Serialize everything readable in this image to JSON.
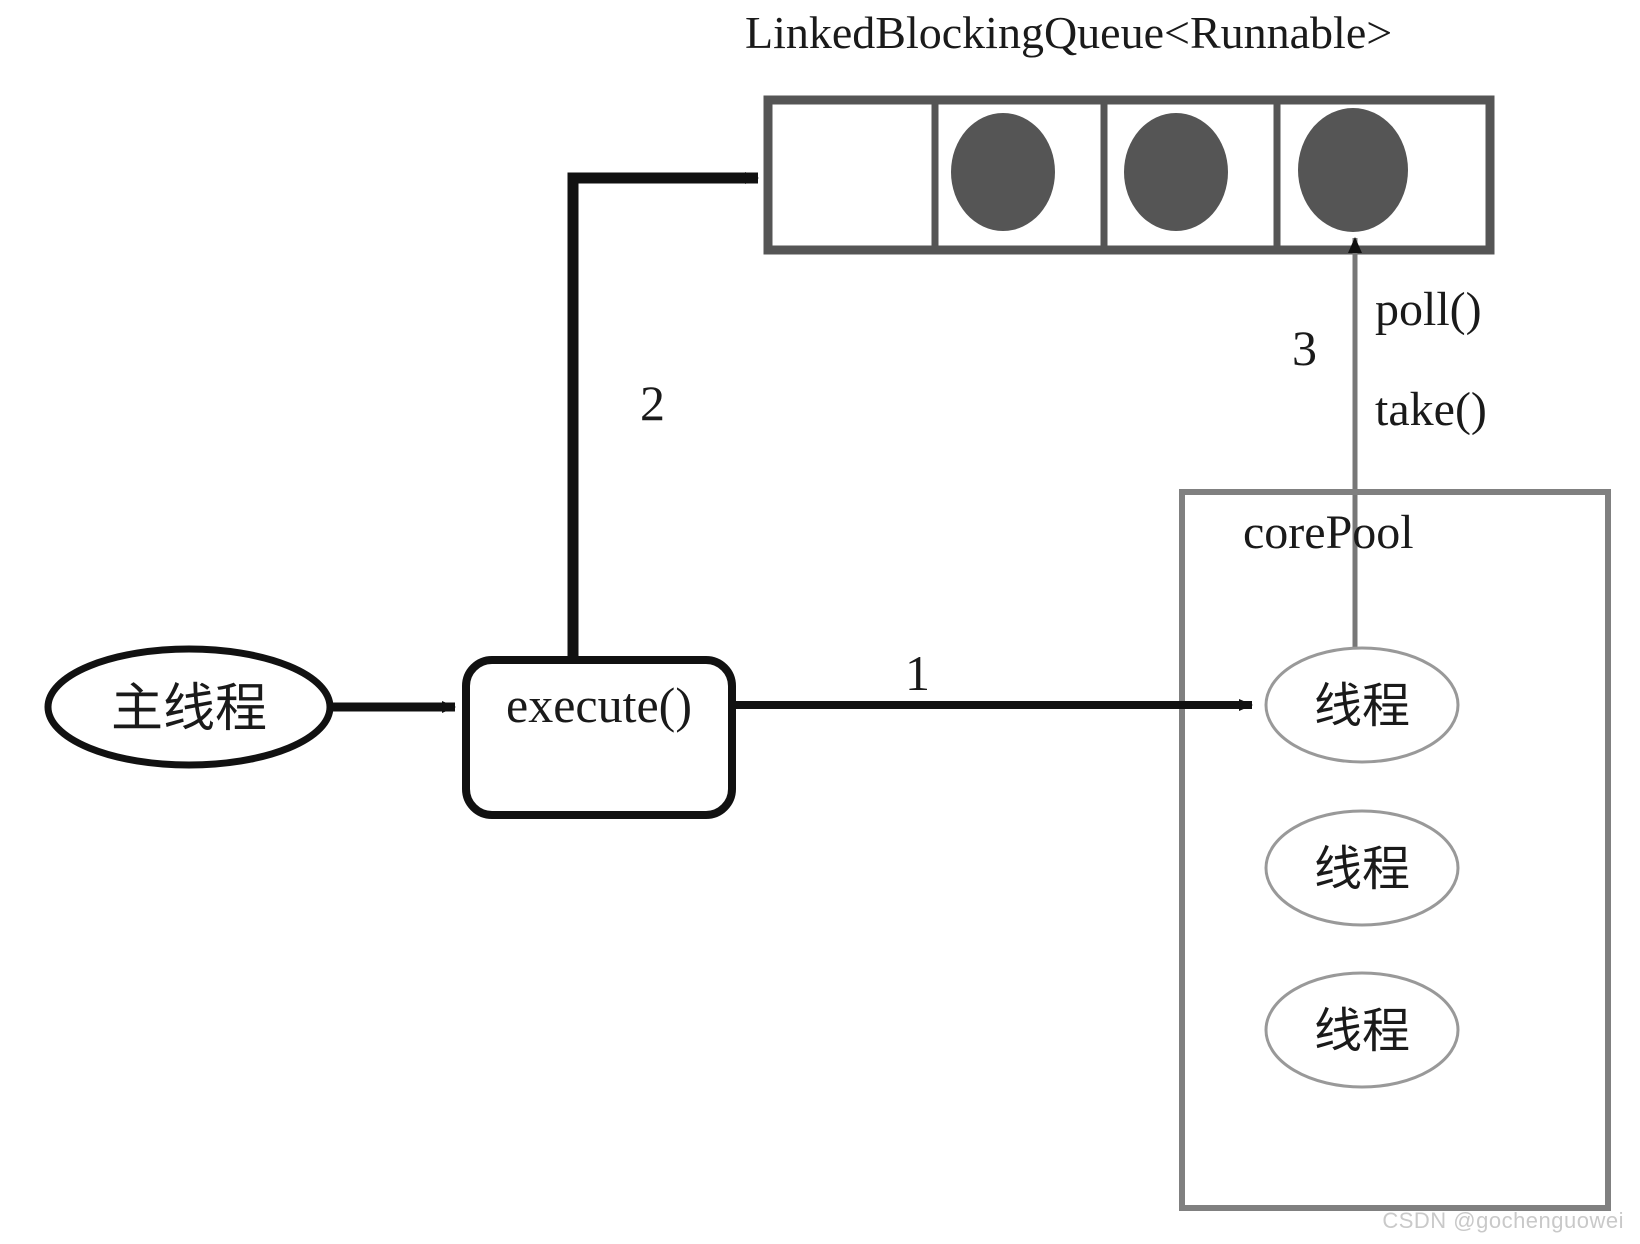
{
  "diagram": {
    "title": "LinkedBlockingQueue<Runnable>",
    "queue": {
      "label": "LinkedBlockingQueue<Runnable>",
      "cell_count": 4,
      "cells": [
        {
          "index": 0,
          "filled": false
        },
        {
          "index": 1,
          "filled": true
        },
        {
          "index": 2,
          "filled": true
        },
        {
          "index": 3,
          "filled": true
        }
      ],
      "task_color": "#555555",
      "border_color": "#555555"
    },
    "main_thread": {
      "label": "主线程"
    },
    "execute_node": {
      "label": "execute()"
    },
    "core_pool": {
      "label": "corePool",
      "border_color": "#808080",
      "threads": [
        {
          "label": "线程"
        },
        {
          "label": "线程"
        },
        {
          "label": "线程"
        }
      ]
    },
    "edges": [
      {
        "id": "main-to-execute",
        "label": ""
      },
      {
        "id": "execute-to-pool",
        "label": "1"
      },
      {
        "id": "execute-to-queue",
        "label": "2"
      },
      {
        "id": "queue-to-thread",
        "label": "3"
      }
    ],
    "annotations": {
      "step1": "1",
      "step2": "2",
      "step3": "3",
      "poll": "poll()",
      "take": "take()"
    }
  },
  "watermark": {
    "text": "CSDN @gochenguowei"
  }
}
